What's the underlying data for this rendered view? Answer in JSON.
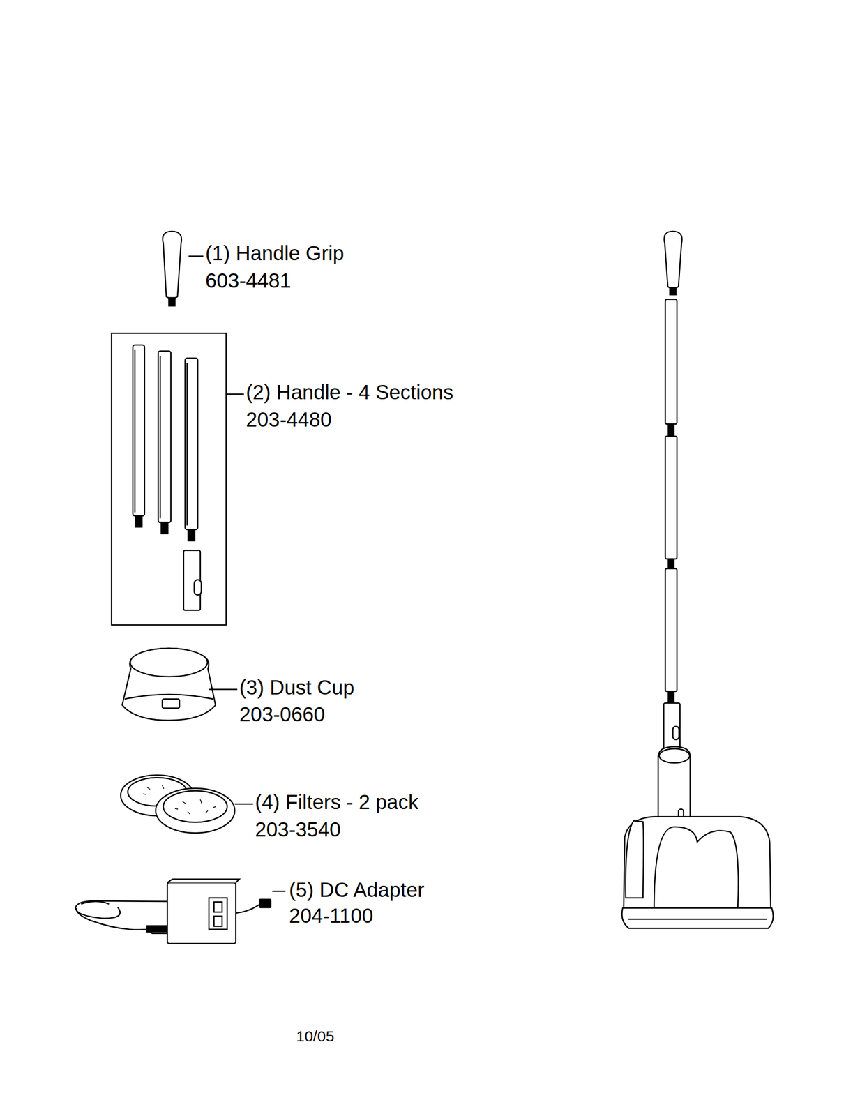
{
  "diagram": {
    "labels": [
      "(1) Handle Grip",
      "603-4481",
      "(2) Handle - 4 Sections",
      "203-4480",
      "(3) Dust Cup",
      "203-0660",
      "(4) Filters - 2 pack",
      "203-3540",
      "(5) DC Adapter",
      "204-1100",
      "10/05"
    ]
  }
}
